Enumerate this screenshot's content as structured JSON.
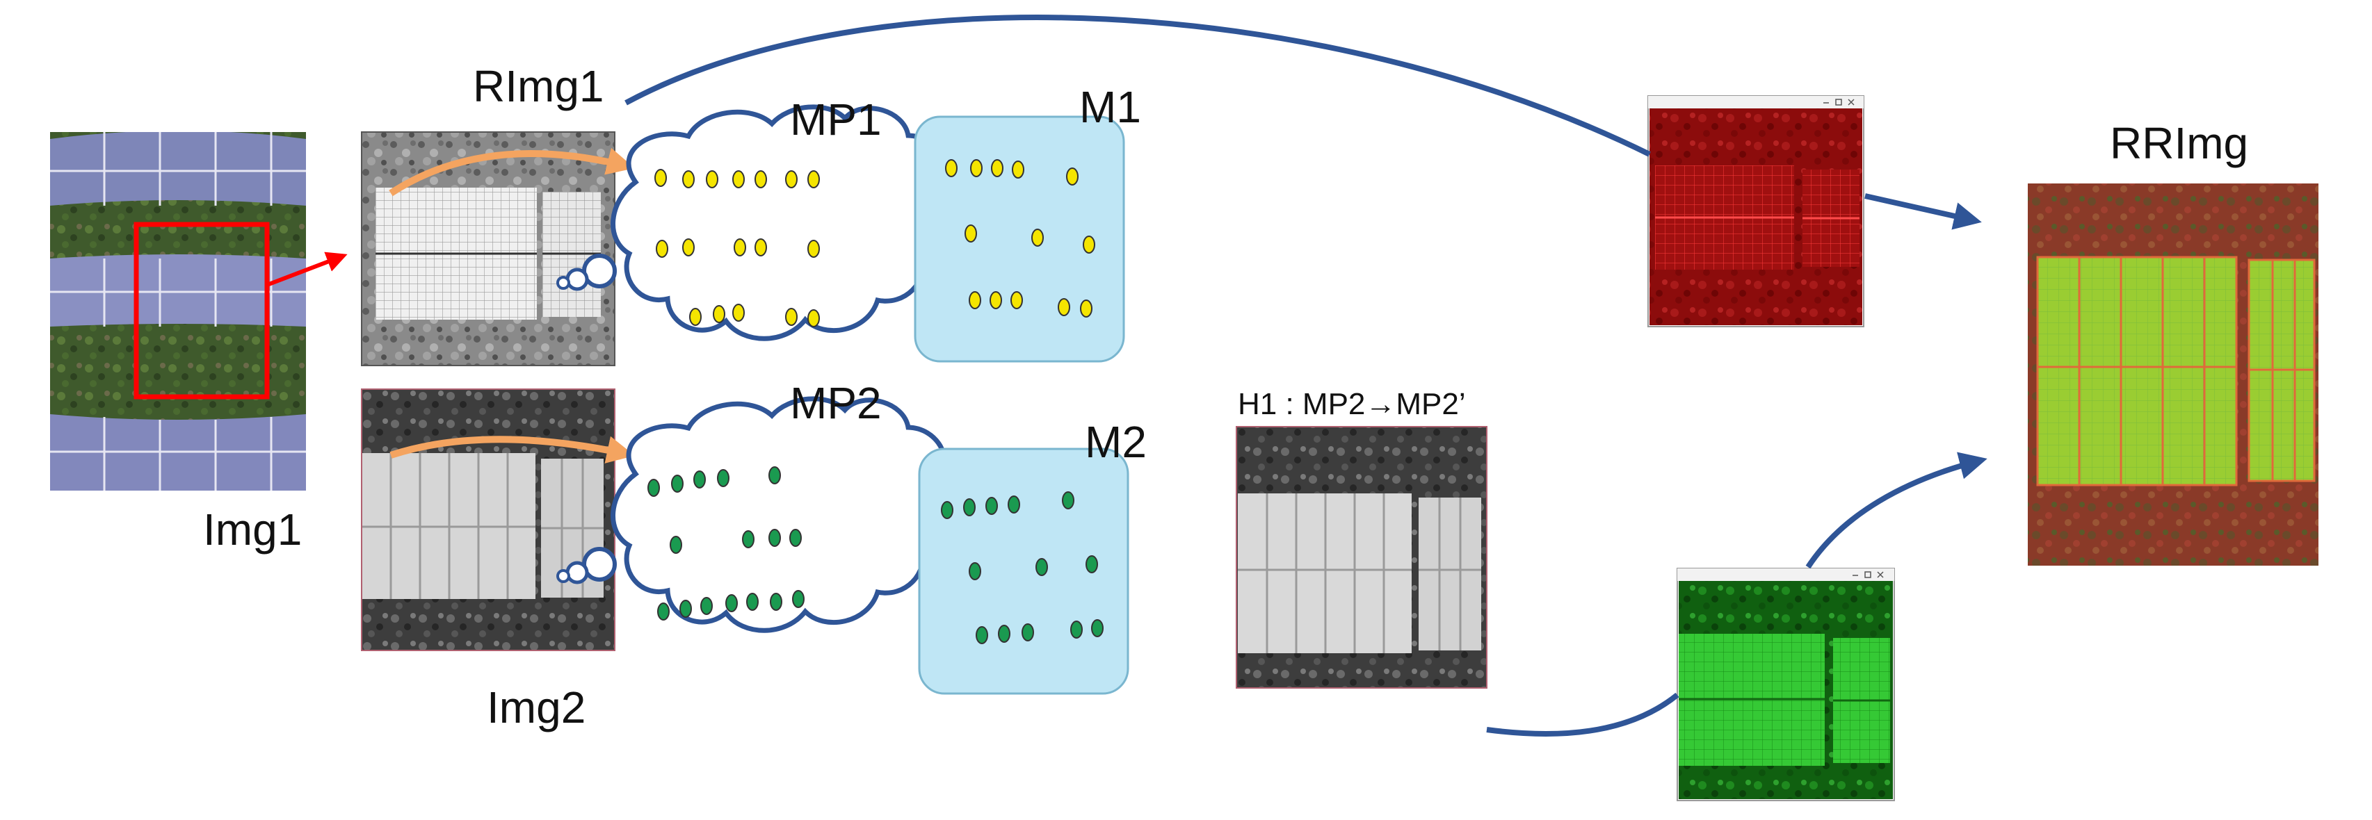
{
  "labels": {
    "img1": "Img1",
    "rimg1": "RImg1",
    "img2": "Img2",
    "mp1": "MP1",
    "mp2": "MP2",
    "m1": "M1",
    "m2": "M2",
    "h1": "H1 : MP2→MP2’",
    "rrimg": "RRImg"
  },
  "colors": {
    "flow_arrow": "#2f5597",
    "match_arrow": "#f4a460",
    "roi_box": "#ff0000",
    "cloud_stroke": "#2f5597",
    "feature_yellow": "#f5e500",
    "feature_green": "#1a9a50",
    "match_box_fill": "#bfe6f5",
    "match_box_stroke": "#7ab6cf"
  },
  "icons": {
    "window_controls": "window-controls-icon"
  }
}
